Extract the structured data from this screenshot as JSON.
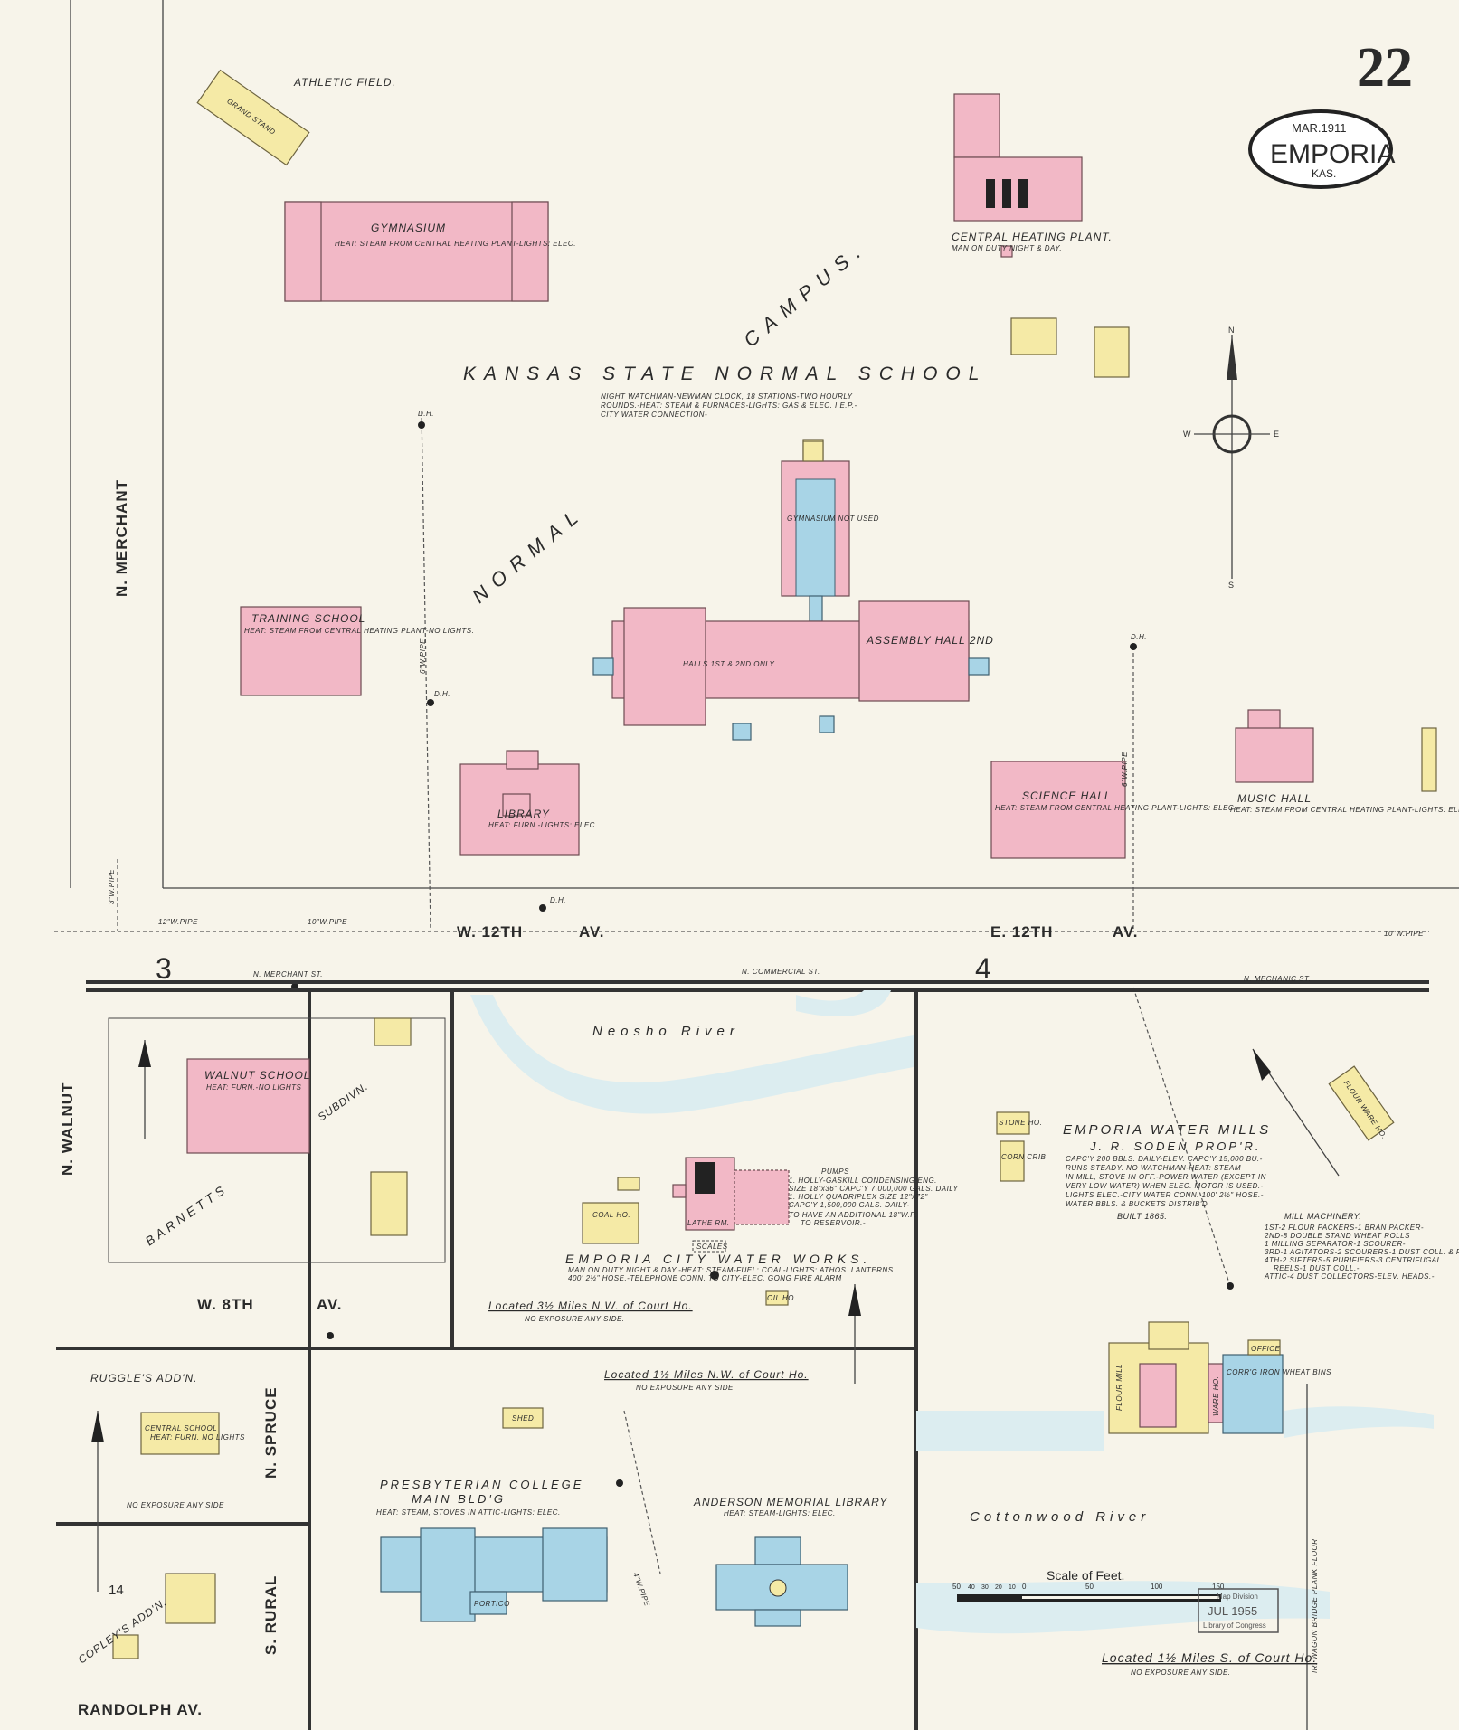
{
  "sheet": {
    "number": "22",
    "date": "MAR.1911",
    "city": "EMPORIA",
    "state": "KAS."
  },
  "colors": {
    "brick": "#f2b8c6",
    "frame": "#f5eaa6",
    "stone": "#a8d4e6",
    "water": "#dcedf0",
    "paper": "#f7f4ea"
  },
  "streets": {
    "n_merchant": "N. MERCHANT",
    "w_12th": "W. 12TH",
    "e_12th": "E. 12TH",
    "av": "AV.",
    "n_merchant_st": "N. MERCHANT ST.",
    "n_commercial_st": "N. COMMERCIAL ST.",
    "n_mechanic_st": "N. MECHANIC ST.",
    "n_walnut": "N. WALNUT",
    "w_8th": "W. 8TH",
    "n_spruce": "N. SPRUCE",
    "s_rural": "S. RURAL",
    "randolph": "RANDOLPH AV."
  },
  "pipes": [
    "12\"W.PIPE",
    "10\"W.PIPE",
    "6\"W.PIPE",
    "4\"W.PIPE",
    "3\"W.PIPE"
  ],
  "key_numbers": [
    "3",
    "4",
    "14"
  ],
  "campus": {
    "athletic_field": "ATHLETIC FIELD.",
    "grand_stand": "GRAND STAND",
    "normal": "NORMAL",
    "campus": "CAMPUS.",
    "school_name": "KANSAS STATE NORMAL SCHOOL",
    "school_note_1": "NIGHT WATCHMAN-NEWMAN CLOCK, 18 STATIONS-TWO HOURLY",
    "school_note_2": "ROUNDS.-HEAT: STEAM & FURNACES-LIGHTS: GAS & ELEC. I.E.P.-",
    "school_note_3": "CITY WATER CONNECTION-",
    "gymnasium": "GYMNASIUM",
    "gymnasium_note": "HEAT: STEAM FROM CENTRAL HEATING PLANT-LIGHTS: ELEC.",
    "central_heating": "CENTRAL HEATING PLANT.",
    "central_heating_note": "MAN ON DUTY NIGHT & DAY.",
    "training_school": "TRAINING SCHOOL",
    "training_note": "HEAT: STEAM FROM CENTRAL HEATING PLANT-NO LIGHTS.",
    "gym_not_used": "GYMNASIUM NOT USED",
    "assembly_hall": "ASSEMBLY HALL 2ND",
    "halls": "HALLS 1ST & 2ND ONLY",
    "library": "LIBRARY",
    "library_note": "HEAT: FURN.-LIGHTS: ELEC.",
    "science_hall": "SCIENCE HALL",
    "science_note": "HEAT: STEAM FROM CENTRAL HEATING PLANT-LIGHTS: ELEC.",
    "music_hall": "MUSIC HALL",
    "music_note": "HEAT: STEAM FROM CENTRAL HEATING PLANT-LIGHTS: ELEC.",
    "hydrant": "D.H."
  },
  "walnut": {
    "school": "WALNUT SCHOOL",
    "note": "HEAT: FURN.-NO LIGHTS",
    "barnetts": "BARNETTS",
    "subdivn": "SUBDIVN."
  },
  "waterworks": {
    "river": "Neosho River",
    "title": "EMPORIA CITY WATER WORKS.",
    "note_1": "MAN ON DUTY NIGHT & DAY.-HEAT: STEAM-FUEL: COAL-LIGHTS: ATHOS. LANTERNS",
    "note_2": "400' 2½\" HOSE.-TELEPHONE CONN. TO CITY-ELEC. GONG FIRE ALARM",
    "pumps_title": "PUMPS",
    "pumps_1": "1. HOLLY-GASKILL CONDENSING ENG.",
    "pumps_2": "SIZE 18\"x36\" CAPC'Y 7,000,000 GALS. DAILY",
    "pumps_3": "1. HOLLY QUADRIPLEX SIZE 12\"x72\"",
    "pumps_4": "CAPC'Y 1,500,000 GALS. DAILY-",
    "pumps_5": "TO HAVE AN ADDITIONAL 18\"W.P.",
    "pumps_6": "TO RESERVOIR.-",
    "coal": "COAL HO.",
    "lathe": "LATHE RM.",
    "scales": "SCALES",
    "oil": "OIL HO.",
    "located": "Located 3½ Miles N.W. of Court Ho.",
    "exposure": "NO EXPOSURE ANY SIDE."
  },
  "college": {
    "located": "Located 1½ Miles N.W. of Court Ho.",
    "exposure": "NO EXPOSURE ANY SIDE.",
    "shed": "SHED",
    "presbyterian": "PRESBYTERIAN COLLEGE",
    "main_bldg": "MAIN BLD'G",
    "presbyterian_note": "HEAT: STEAM, STOVES IN ATTIC-LIGHTS: ELEC.",
    "anderson": "ANDERSON MEMORIAL LIBRARY",
    "anderson_note": "HEAT: STEAM-LIGHTS: ELEC.",
    "portico": "PORTICO"
  },
  "ruggles": {
    "addn": "RUGGLE'S ADD'N.",
    "school": "CENTRAL SCHOOL",
    "note": "HEAT: FURN. NO LIGHTS",
    "exposure": "NO EXPOSURE ANY SIDE",
    "copleys": "COPLEY'S ADD'N."
  },
  "mills": {
    "title": "EMPORIA WATER MILLS",
    "prop": "J. R. SODEN PROP'R.",
    "note_1": "CAPC'Y 200 BBLS. DAILY-ELEV. CAPC'Y 15,000 BU.-",
    "note_2": "RUNS STEADY. NO WATCHMAN-HEAT: STEAM",
    "note_3": "IN MILL, STOVE IN OFF.-POWER WATER (EXCEPT IN",
    "note_4": "VERY LOW WATER) WHEN ELEC. MOTOR IS USED.-",
    "note_5": "LIGHTS ELEC.-CITY WATER CONN. 100' 2½\" HOSE.-",
    "note_6": "WATER BBLS. & BUCKETS DISTRIB'D",
    "built": "BUILT 1865.",
    "machinery_title": "MILL MACHINERY.",
    "machinery": [
      "1ST-2 FLOUR PACKERS-1 BRAN PACKER-",
      "2ND-8 DOUBLE STAND WHEAT ROLLS",
      "1 MILLING SEPARATOR-1 SCOURER-",
      "3RD-1 AGITATORS-2 SCOURERS-1 DUST COLL. & FAN-",
      "4TH-2 SIFTERS-5 PURIFIERS-3 CENTRIFUGAL",
      "REELS-1 DUST COLL.-",
      "ATTIC-4 DUST COLLECTORS-ELEV. HEADS.-"
    ],
    "flour_ware": "FLOUR WARE HO.",
    "stone_ho": "STONE HO.",
    "corn_crib": "CORN CRIB",
    "flour_mill": "FLOUR MILL",
    "ware_ho": "WARE HO.",
    "wheat_bins": "CORR'G IRON WHEAT BINS",
    "office": "OFFICE",
    "river": "Cottonwood River",
    "bridge": "IR. WAGON BRIDGE PLANK FLOOR",
    "located": "Located 1½ Miles S. of Court Ho.",
    "exposure": "NO EXPOSURE ANY SIDE."
  },
  "scale": {
    "title": "Scale of Feet.",
    "ticks": [
      "50",
      "40",
      "30",
      "20",
      "10",
      "0",
      "50",
      "100",
      "150"
    ]
  },
  "stamp": {
    "line1": "Map Division",
    "line2": "JUL 1955",
    "line3": "Library of Congress"
  },
  "compass": {
    "n": "N",
    "e": "E",
    "w": "W",
    "s": "S"
  }
}
